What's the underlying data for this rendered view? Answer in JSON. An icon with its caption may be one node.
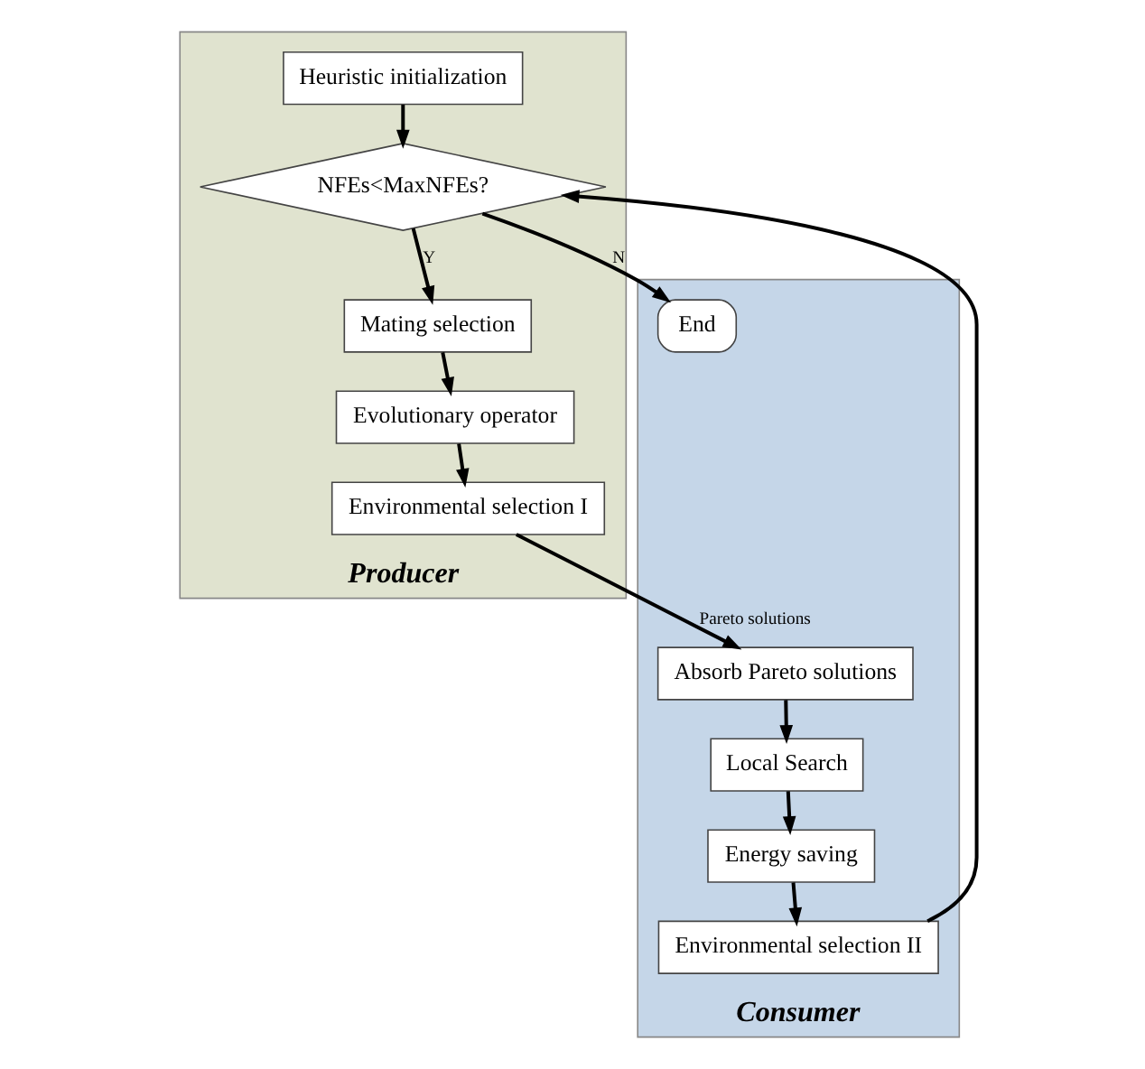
{
  "diagram": {
    "nodes": [
      {
        "text": [
          "Producer"
        ]
      },
      {
        "text": [
          "Consumer"
        ]
      },
      {
        "text": [
          "Heuristic initialization"
        ],
        "in": 0
      },
      {
        "text": [
          "NFEs<MaxNFEs?"
        ],
        "in": 0
      },
      {
        "text": [
          "Mating selection"
        ],
        "in": 0
      },
      {
        "text": [
          "Evolutionary operator"
        ],
        "in": 0
      },
      {
        "text": [
          "Environmental selection I"
        ],
        "in": 0
      },
      {
        "text": [
          "End"
        ],
        "in": 1
      },
      {
        "text": [
          "Environmental selection II"
        ],
        "in": 1
      },
      {
        "text": [
          "Energy saving"
        ],
        "in": 1
      },
      {
        "text": [
          "Local Search"
        ],
        "in": 1
      },
      {
        "text": [
          "Absorb Pareto solutions"
        ],
        "in": 1
      }
    ],
    "edges": [
      {
        "from": 2,
        "to": 3,
        "arrow": "to"
      },
      {
        "from": 3,
        "to": 7,
        "arrow": "to",
        "label": "N"
      },
      {
        "from": 3,
        "to": 4,
        "arrow": "to",
        "label": "Y"
      },
      {
        "from": 4,
        "to": 5,
        "arrow": "to"
      },
      {
        "from": 5,
        "to": 6,
        "arrow": "to"
      },
      {
        "from": 6,
        "to": 11,
        "arrow": "to",
        "label": "Pareto solutions"
      },
      {
        "from": 11,
        "to": 10,
        "arrow": "to"
      },
      {
        "from": 10,
        "to": 9,
        "arrow": "to"
      },
      {
        "from": 9,
        "to": 8,
        "arrow": "to"
      },
      {
        "from": 8,
        "to": 3,
        "arrow": "to"
      }
    ]
  }
}
